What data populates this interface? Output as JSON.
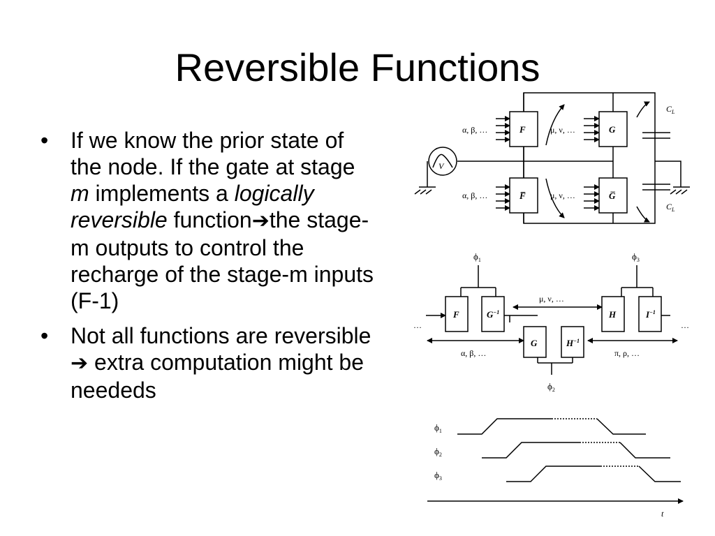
{
  "slide": {
    "title": "Reversible Functions",
    "bullets": [
      {
        "marker": "•",
        "parts": [
          {
            "t": "If we know the prior state of the node. If the gate at stage "
          },
          {
            "t": "m",
            "i": true
          },
          {
            "t": " implements a "
          },
          {
            "t": "logically reversible",
            "i": true
          },
          {
            "t": " function"
          },
          {
            "t": "➔",
            "arrow": true
          },
          {
            "t": "the stage-m outputs to control the recharge of the stage-m inputs (F-1)"
          }
        ]
      },
      {
        "marker": "•",
        "parts": [
          {
            "t": "Not all functions are reversible "
          },
          {
            "t": "➔",
            "arrow": true
          },
          {
            "t": " extra computation might be neededs"
          }
        ]
      }
    ]
  },
  "fig1": {
    "in_top": "α, β, …",
    "in_bot": "α, β, …",
    "mid_top": "μ, ν, …",
    "mid_bot": "μ, ν, …",
    "F": "F",
    "Fbar": "F̅",
    "G": "G",
    "Gbar": "G̅",
    "V": "V",
    "CL_top": "C",
    "CL_bot": "C",
    "CL_sub": "L"
  },
  "fig2": {
    "phi1": "ϕ",
    "phi1_sub": "1",
    "phi3": "ϕ",
    "phi3_sub": "3",
    "phi2": "ϕ",
    "phi2_sub": "2",
    "F": "F",
    "Ginv": "G",
    "Ginv_sup": "−1",
    "G": "G",
    "Hinv": "H",
    "Hinv_sup": "−1",
    "H": "H",
    "Iinv": "I",
    "Iinv_sup": "−1",
    "mu": "μ, ν, …",
    "alpha": "α, β, …",
    "pi": "π, ρ, …",
    "dots": "…"
  },
  "fig3": {
    "phi": "ϕ",
    "sub1": "1",
    "sub2": "2",
    "sub3": "3",
    "t": "t"
  }
}
